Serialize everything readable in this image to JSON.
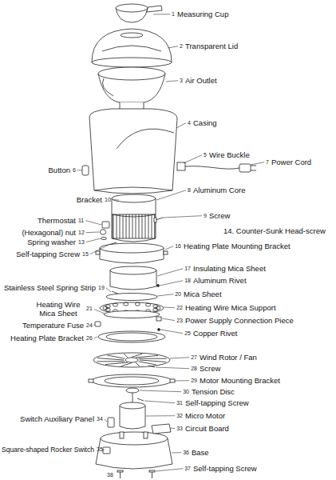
{
  "diagram": {
    "labels": [
      "Measuring Cup",
      "1",
      "Transparent Lid",
      "2",
      "Air Outlet",
      "3",
      "Casing",
      "4",
      "Button",
      "6",
      "Wire Buckle",
      "5",
      "Power Cord",
      "7",
      "Bracket",
      "10",
      "Aluminum Core",
      "8",
      "Screw",
      "9",
      "Thermostat",
      "11",
      "14. Counter-Sunk Head-screw",
      "(Hexagonal) nut",
      "12",
      "Spring washer",
      "13",
      "Self-tapping Screw",
      "15",
      "Heating Plate Mounting Bracket",
      "16",
      "Insulating Mica Sheet",
      "17",
      "Aluminum Rivet",
      "18",
      "Stainless Steel Spring Strip",
      "19",
      "Mica Sheet",
      "20",
      "Heating Wire Mica Sheet",
      "21",
      "Heating Wire Mica Support",
      "22",
      "Power Supply Connection Piece",
      "23",
      "Temperature Fuse",
      "24",
      "Copper Rivet",
      "25",
      "Heating Plate Bracket",
      "26",
      "Wind Rotor / Fan",
      "27",
      "Screw",
      "28",
      "Motor Mounting Bracket",
      "29",
      "Tension Disc",
      "30",
      "Self-tapping Screw",
      "31",
      "Micro Motor",
      "32",
      "Switch Auxiliary Panel",
      "34",
      "Circuit Board",
      "33",
      "Square-shaped Rocker Switch",
      "35",
      "Base",
      "36",
      "Self-tapping Screw",
      "37",
      "38"
    ]
  }
}
